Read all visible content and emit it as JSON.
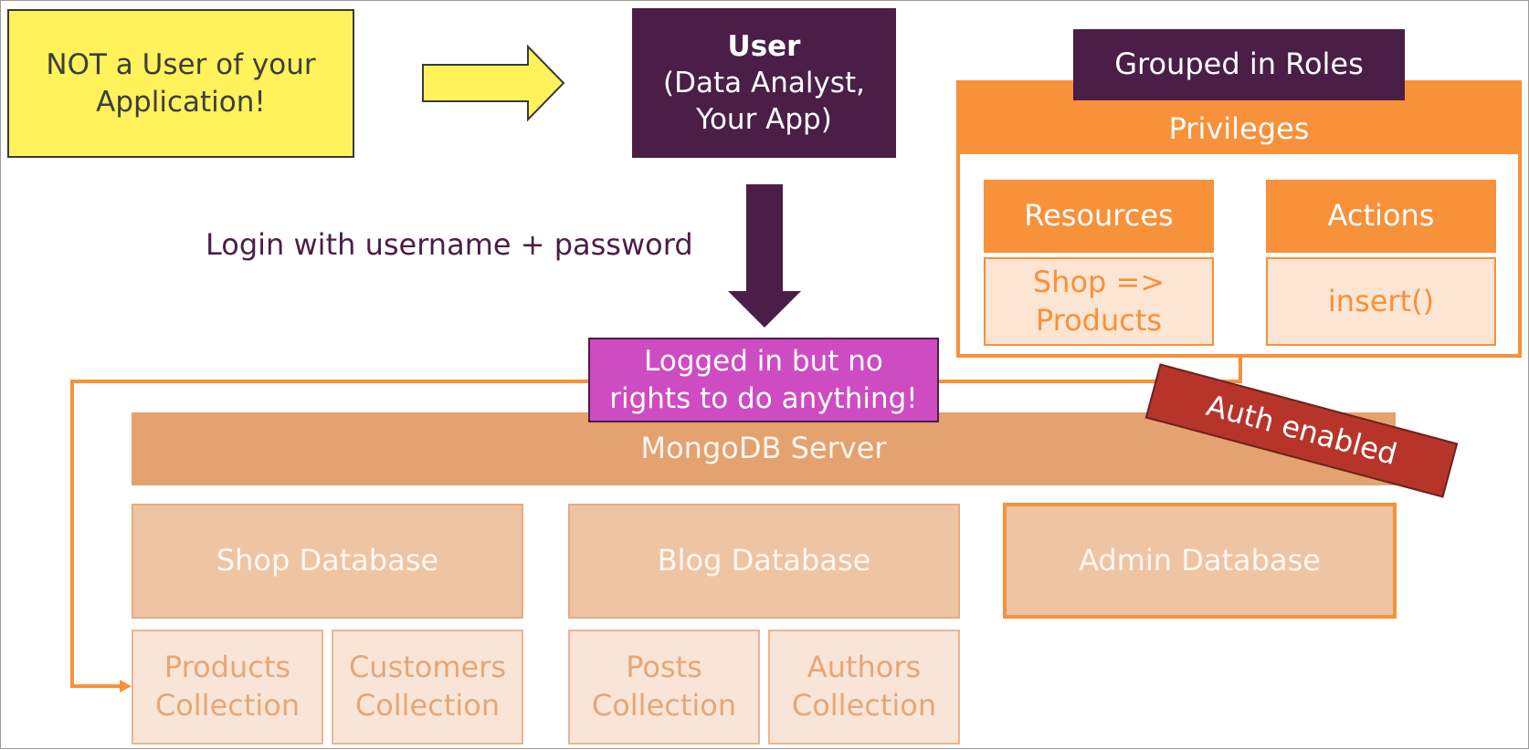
{
  "note": {
    "text": "NOT a User of your\nApplication!"
  },
  "user": {
    "title": "User",
    "subtitle": "(Data Analyst,\nYour App)"
  },
  "login_text": "Login with username + password",
  "logged_in_text": "Logged in but no\nrights to do anything!",
  "server": {
    "label": "MongoDB Server",
    "auth_badge": "Auth enabled"
  },
  "databases": {
    "shop": "Shop Database",
    "blog": "Blog Database",
    "admin": "Admin Database"
  },
  "collections": {
    "products": "Products\nCollection",
    "customers": "Customers\nCollection",
    "posts": "Posts\nCollection",
    "authors": "Authors\nCollection"
  },
  "roles": {
    "grouped_label": "Grouped in Roles",
    "privileges_label": "Privileges",
    "resources_label": "Resources",
    "resources_value": "Shop =>\nProducts",
    "actions_label": "Actions",
    "actions_value": "insert()"
  },
  "colors": {
    "dark_purple": "#4b1e47",
    "yellow": "#fff25a",
    "orange": "#f7913a",
    "magenta": "#cd4cc2",
    "server_tan": "#e3a26f",
    "auth_red": "#b7342a"
  }
}
